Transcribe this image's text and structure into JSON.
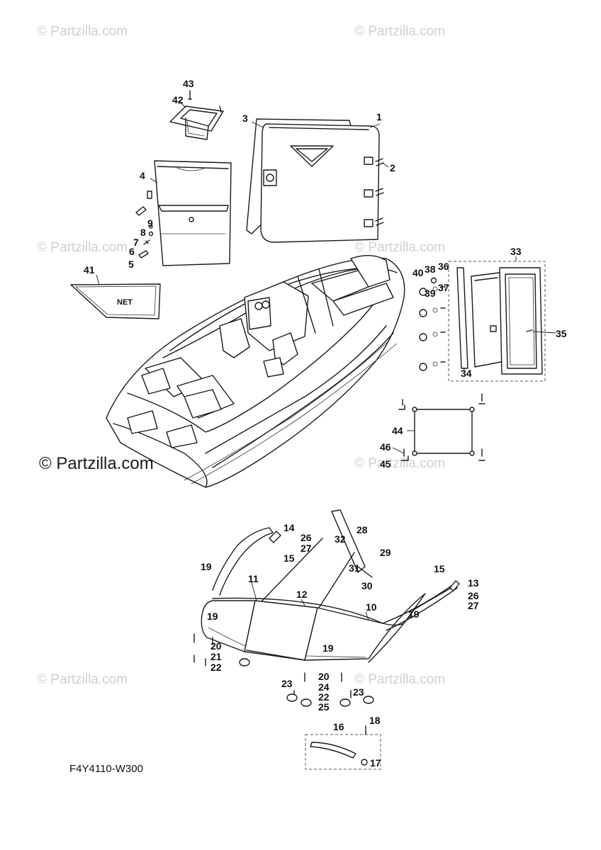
{
  "watermark": {
    "text": "© Partzilla.com",
    "text_bold": "© Partzilla.com"
  },
  "net_label": "NET",
  "diagram_code": "F4Y4110-W300",
  "callouts": [
    "1",
    "2",
    "3",
    "4",
    "5",
    "6",
    "7",
    "8",
    "9",
    "10",
    "11",
    "12",
    "13",
    "14",
    "15",
    "15",
    "16",
    "17",
    "18",
    "19",
    "19",
    "19",
    "19",
    "20",
    "20",
    "21",
    "22",
    "22",
    "23",
    "23",
    "24",
    "25",
    "26",
    "26",
    "27",
    "27",
    "28",
    "29",
    "30",
    "31",
    "32",
    "33",
    "34",
    "35",
    "36",
    "37",
    "38",
    "39",
    "40",
    "41",
    "42",
    "43",
    "44",
    "45",
    "46"
  ]
}
